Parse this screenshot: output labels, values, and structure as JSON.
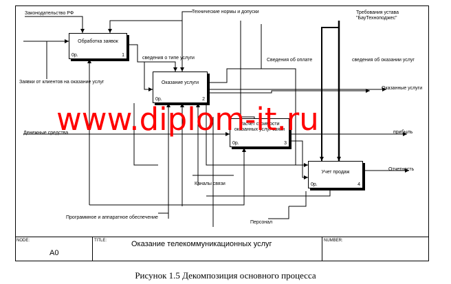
{
  "diagram": {
    "boxes": [
      {
        "title": "Обработка заявок",
        "cost": "0р.",
        "number": "1"
      },
      {
        "title": "Оказание услуги",
        "cost": "0р.",
        "number": "2"
      },
      {
        "title": "Расчет стоимости оказанных услуг связи",
        "cost": "0р.",
        "number": "3"
      },
      {
        "title": "Учет продаж",
        "cost": "0р.",
        "number": "4"
      }
    ],
    "arrows": {
      "law": "Законодательство РФ",
      "tech_norms": "Технические нормы и допуски",
      "charter": "Требования устава \"БауТехноподжес\"",
      "requests": "Заявки от клиентов на оказание услуг",
      "service_type": "сведения о типе услуги",
      "payment_info": "Сведения об оплате",
      "service_info": "сведения об оказании услуг",
      "services_out": "Оказанные услуги",
      "money": "Денежные средства",
      "profit": "прибыль",
      "reporting": "Отчетность",
      "channels": "Каналы связи",
      "software": "Программное и аппаратное обеспечение",
      "staff": "Персонал"
    }
  },
  "watermark": "www.diplom-it.ru",
  "footer": {
    "node_label": "NODE:",
    "node_value": "A0",
    "title_label": "TITLE:",
    "title_value": "Оказание  телекоммуникационных услуг",
    "number_label": "NUMBER:"
  },
  "caption": "Рисунок 1.5 Декомпозиция основного процесса"
}
